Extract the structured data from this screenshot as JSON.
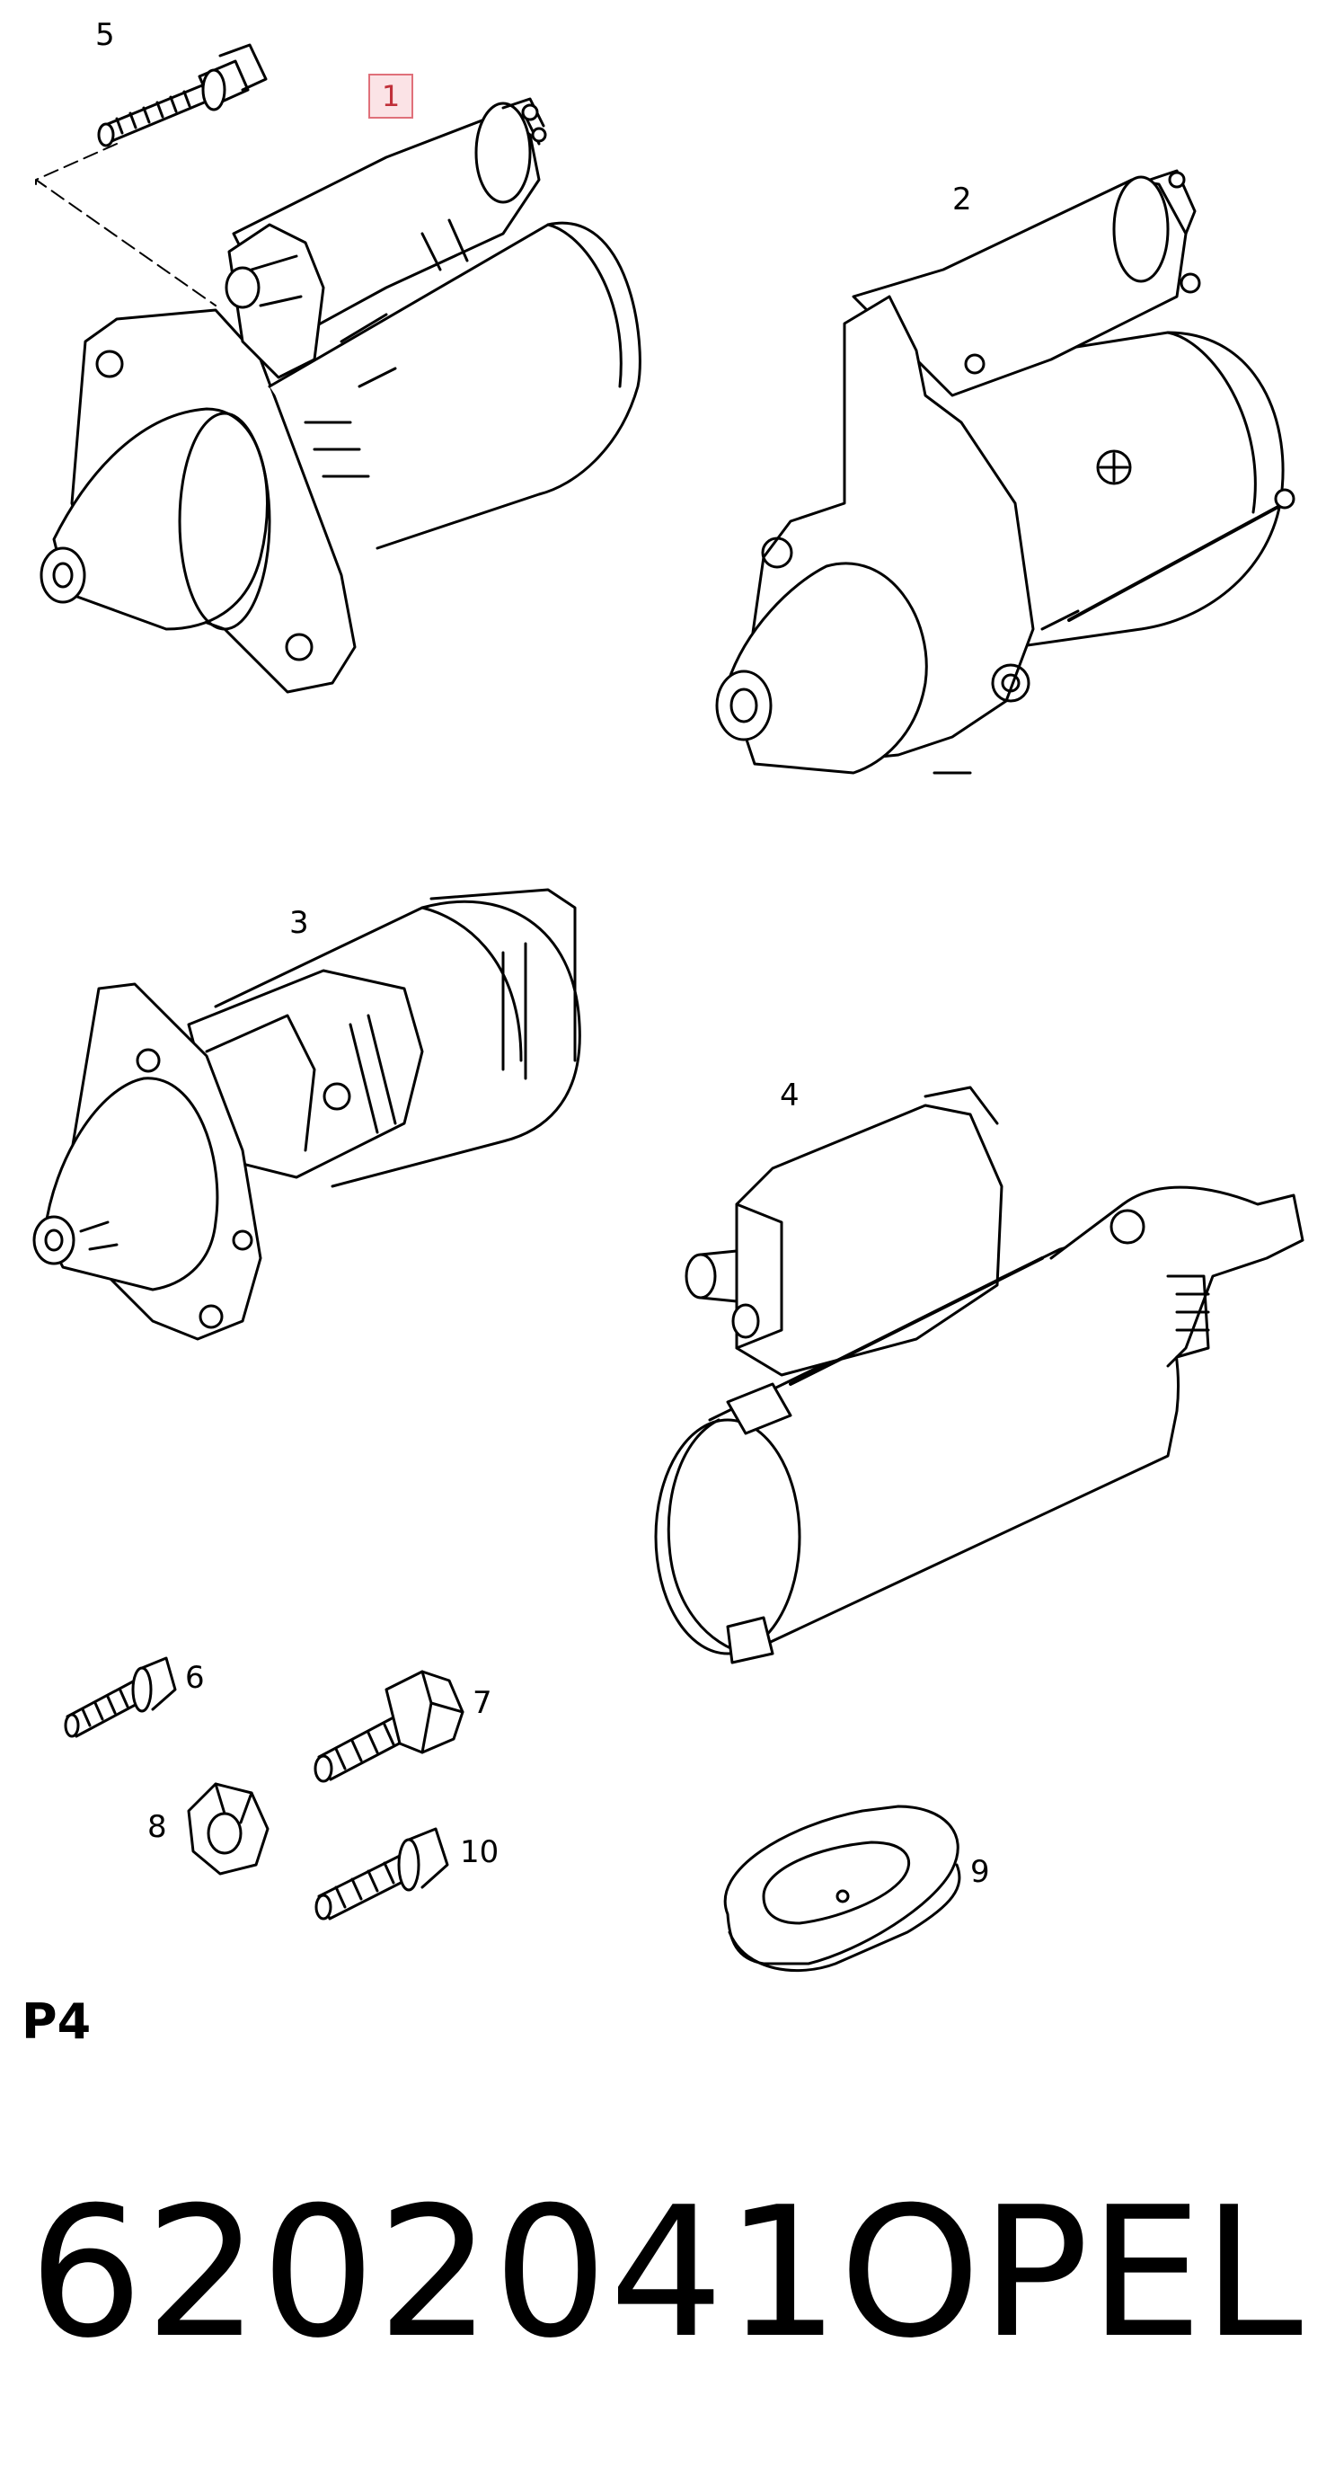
{
  "callouts": {
    "c1": "1",
    "c2": "2",
    "c3": "3",
    "c4": "4",
    "c5": "5",
    "c6": "6",
    "c7": "7",
    "c8": "8",
    "c9": "9",
    "c10": "10"
  },
  "page_label": "P4",
  "footer": {
    "part_number": "6202041",
    "brand": "OPEL"
  },
  "colors": {
    "line": "#000000",
    "highlight_border": "#e0707a",
    "highlight_fill": "#fbe3e6"
  }
}
